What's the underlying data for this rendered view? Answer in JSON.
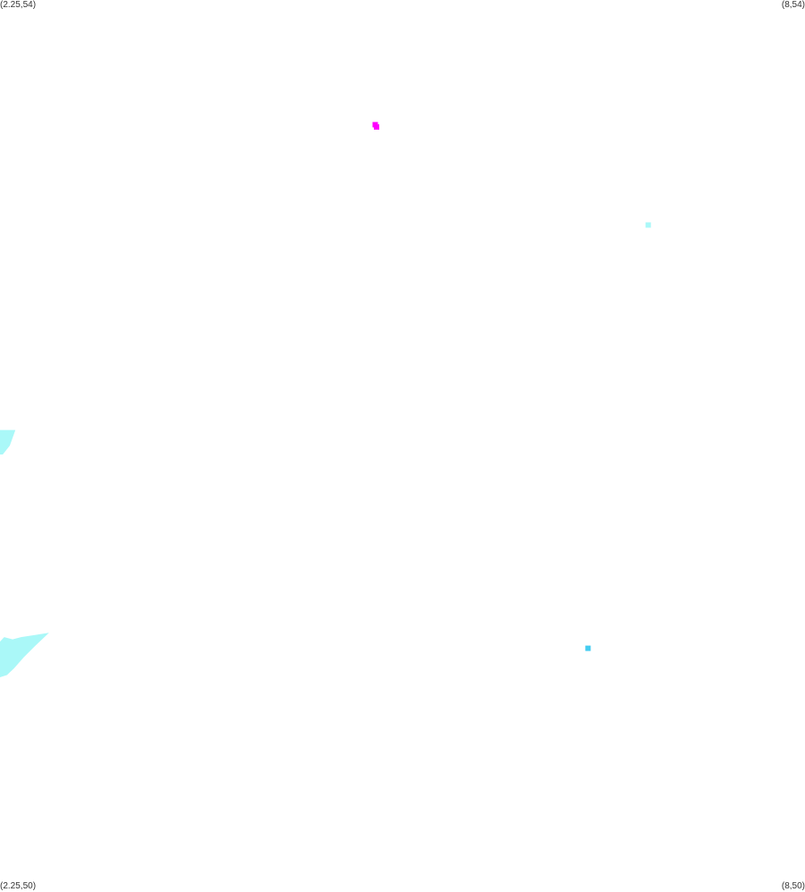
{
  "chart_data": {
    "type": "scatter",
    "xlim": [
      2.25,
      8
    ],
    "ylim": [
      50,
      54
    ],
    "corner_labels": {
      "top_left": "(2.25,54)",
      "top_right": "(8,54)",
      "bottom_left": "(2.25,50)",
      "bottom_right": "(8,50)"
    },
    "colors": {
      "magenta": "#ff00ff",
      "pale_cyan": "#aaf8f8",
      "light_blue": "#44ccf0"
    },
    "points": [
      {
        "x": 4.93,
        "y": 53.44,
        "color": "magenta"
      },
      {
        "x": 4.94,
        "y": 53.43,
        "color": "magenta"
      },
      {
        "x": 6.88,
        "y": 52.99,
        "color": "pale_cyan"
      },
      {
        "x": 6.45,
        "y": 51.09,
        "color": "light_blue"
      }
    ],
    "regions": [
      {
        "color": "pale_cyan",
        "polygon": [
          [
            2.25,
            52.07
          ],
          [
            2.36,
            52.07
          ],
          [
            2.32,
            52.0
          ],
          [
            2.27,
            51.96
          ],
          [
            2.25,
            51.96
          ]
        ]
      },
      {
        "color": "pale_cyan",
        "polygon": [
          [
            2.25,
            51.12
          ],
          [
            2.28,
            51.14
          ],
          [
            2.34,
            51.13
          ],
          [
            2.4,
            51.14
          ],
          [
            2.5,
            51.15
          ],
          [
            2.6,
            51.16
          ],
          [
            2.5,
            51.1
          ],
          [
            2.42,
            51.05
          ],
          [
            2.35,
            51.0
          ],
          [
            2.3,
            50.97
          ],
          [
            2.25,
            50.96
          ]
        ]
      }
    ]
  }
}
